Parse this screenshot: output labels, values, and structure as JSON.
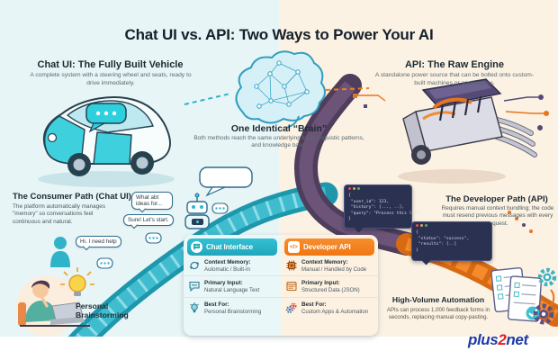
{
  "title": "Chat UI vs. API: Two Ways to Power Your AI",
  "left": {
    "heading": "Chat UI: The Fully Built Vehicle",
    "subtitle": "A complete system with a steering wheel and seats, ready to drive immediately.",
    "path_heading": "The Consumer Path (Chat UI)",
    "path_text": "The platform automatically manages \"memory\" so conversations feel continuous and natural.",
    "bubble_1": "Hi, I need help",
    "bubble_2": "Sure! Let's start.",
    "bubble_3": "What abt ideas for...",
    "use_case_heading": "Personal Brainstorming"
  },
  "center": {
    "heading": "One Identical “Brain”",
    "subtitle": "Both methods reach the same underlying logic, linguistic patterns, and knowledge base."
  },
  "right": {
    "heading": "API: The Raw Engine",
    "subtitle": "A standalone power source that can be bolted onto custom-built machines or applications.",
    "path_heading": "The Developer Path (API)",
    "path_text": "Requires manual context bundling; the code must resend previous messages with every request.",
    "code_request": "{\n \"user_id\": 123,\n \"history\": [..., ..],\n \"query\": \"Process this list\"\n}",
    "code_response": "{\n \"status\": \"success\",\n \"results\": [..]\n}",
    "use_case_heading": "High-Volume Automation",
    "use_case_text": "APIs can process 1,000 feedback forms in seconds, replacing manual copy-pasting."
  },
  "table": {
    "chat": {
      "header": "Chat Interface",
      "icon": "chat-bubble-icon",
      "rows": [
        {
          "icon": "sync-arrows-icon",
          "label": "Context Memory:",
          "value": "Automatic / Built-In"
        },
        {
          "icon": "speech-bubble-icon",
          "label": "Primary Input:",
          "value": "Natural Language Text"
        },
        {
          "icon": "lightbulb-icon",
          "label": "Best For:",
          "value": "Personal Brainstorming"
        }
      ]
    },
    "api": {
      "header": "Developer API",
      "icon": "code-icon",
      "icon_glyph": "</>",
      "rows": [
        {
          "icon": "chip-icon",
          "label": "Context Memory:",
          "value": "Manual / Handled by Code"
        },
        {
          "icon": "window-icon",
          "label": "Primary Input:",
          "value": "Structured Data (JSON)"
        },
        {
          "icon": "gears-icon",
          "label": "Best For:",
          "value": "Custom Apps & Automation"
        }
      ]
    }
  },
  "logo": {
    "part1": "plus",
    "part2": "2",
    "part3": "net"
  },
  "colors": {
    "teal": "#29b0c4",
    "orange": "#f5821f",
    "purple": "#5d4a6e",
    "code_bg": "#2b3150",
    "left_bg": "#e7f5f6",
    "right_bg": "#fcf2e3",
    "logo_blue": "#1f3aa5",
    "logo_red": "#e21b1b"
  }
}
